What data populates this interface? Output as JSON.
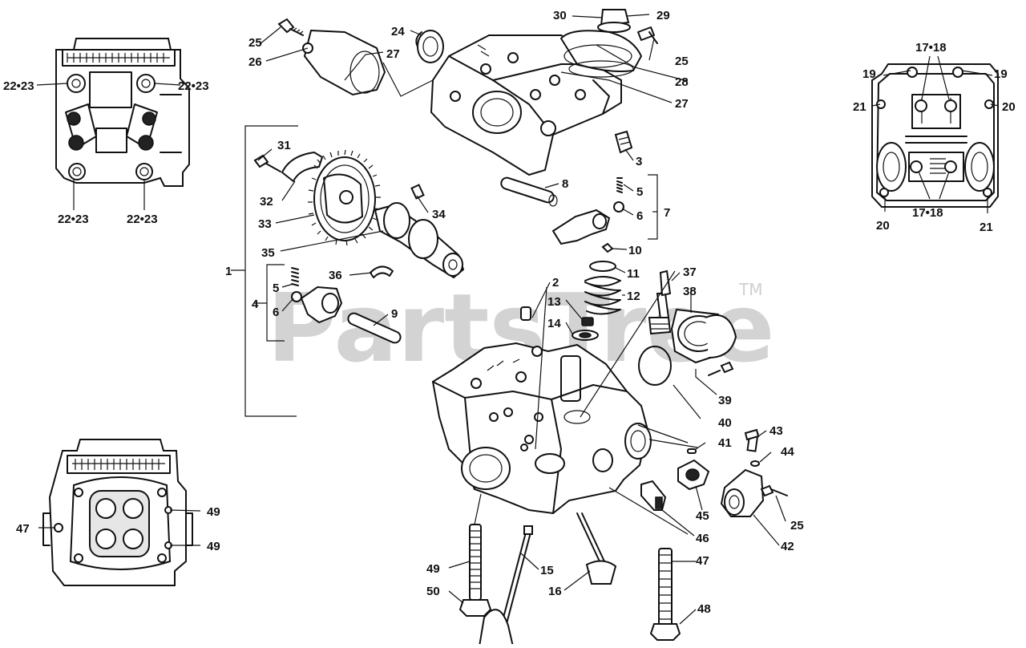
{
  "watermark": {
    "text": "PartsTree",
    "trademark": "TM"
  },
  "callouts": [
    {
      "id": "c1",
      "text": "1"
    },
    {
      "id": "c2",
      "text": "2"
    },
    {
      "id": "c3",
      "text": "3"
    },
    {
      "id": "c4",
      "text": "4"
    },
    {
      "id": "c5a",
      "text": "5"
    },
    {
      "id": "c5b",
      "text": "5"
    },
    {
      "id": "c6a",
      "text": "6"
    },
    {
      "id": "c6b",
      "text": "6"
    },
    {
      "id": "c7",
      "text": "7"
    },
    {
      "id": "c8",
      "text": "8"
    },
    {
      "id": "c9",
      "text": "9"
    },
    {
      "id": "c10",
      "text": "10"
    },
    {
      "id": "c11",
      "text": "11"
    },
    {
      "id": "c12",
      "text": "12"
    },
    {
      "id": "c13",
      "text": "13"
    },
    {
      "id": "c14",
      "text": "14"
    },
    {
      "id": "c15",
      "text": "15"
    },
    {
      "id": "c16",
      "text": "16"
    },
    {
      "id": "c17a",
      "text": "17•18"
    },
    {
      "id": "c17b",
      "text": "17•18"
    },
    {
      "id": "c19a",
      "text": "19"
    },
    {
      "id": "c19b",
      "text": "19"
    },
    {
      "id": "c20a",
      "text": "20"
    },
    {
      "id": "c20b",
      "text": "20"
    },
    {
      "id": "c21a",
      "text": "21"
    },
    {
      "id": "c21b",
      "text": "21"
    },
    {
      "id": "c22a",
      "text": "22•23"
    },
    {
      "id": "c22b",
      "text": "22•23"
    },
    {
      "id": "c22c",
      "text": "22•23"
    },
    {
      "id": "c22d",
      "text": "22•23"
    },
    {
      "id": "c24",
      "text": "24"
    },
    {
      "id": "c25a",
      "text": "25"
    },
    {
      "id": "c25b",
      "text": "25"
    },
    {
      "id": "c25c",
      "text": "25"
    },
    {
      "id": "c26",
      "text": "26"
    },
    {
      "id": "c27a",
      "text": "27"
    },
    {
      "id": "c27b",
      "text": "27"
    },
    {
      "id": "c28",
      "text": "28"
    },
    {
      "id": "c29",
      "text": "29"
    },
    {
      "id": "c30",
      "text": "30"
    },
    {
      "id": "c31",
      "text": "31"
    },
    {
      "id": "c32",
      "text": "32"
    },
    {
      "id": "c33",
      "text": "33"
    },
    {
      "id": "c34",
      "text": "34"
    },
    {
      "id": "c35",
      "text": "35"
    },
    {
      "id": "c36",
      "text": "36"
    },
    {
      "id": "c37",
      "text": "37"
    },
    {
      "id": "c38",
      "text": "38"
    },
    {
      "id": "c39",
      "text": "39"
    },
    {
      "id": "c40",
      "text": "40"
    },
    {
      "id": "c41",
      "text": "41"
    },
    {
      "id": "c42",
      "text": "42"
    },
    {
      "id": "c43",
      "text": "43"
    },
    {
      "id": "c44",
      "text": "44"
    },
    {
      "id": "c45",
      "text": "45"
    },
    {
      "id": "c46",
      "text": "46"
    },
    {
      "id": "c47a",
      "text": "47"
    },
    {
      "id": "c47b",
      "text": "47"
    },
    {
      "id": "c48",
      "text": "48"
    },
    {
      "id": "c49a",
      "text": "49"
    },
    {
      "id": "c49b",
      "text": "49"
    },
    {
      "id": "c49c",
      "text": "49"
    },
    {
      "id": "c50",
      "text": "50"
    }
  ]
}
